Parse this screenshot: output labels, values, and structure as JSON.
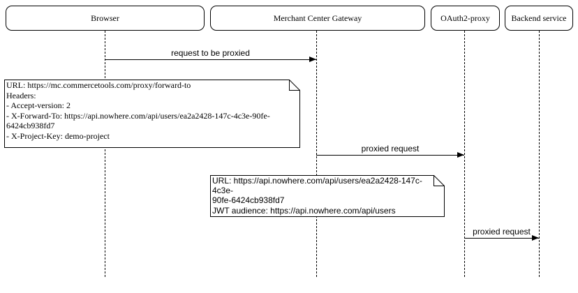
{
  "diagram": {
    "type": "sequence-diagram"
  },
  "participants": [
    {
      "label": "Browser"
    },
    {
      "label": "Merchant Center Gateway"
    },
    {
      "label": "OAuth2-proxy"
    },
    {
      "label": "Backend service"
    }
  ],
  "messages": [
    {
      "label": "request to be proxied",
      "from": "Browser",
      "to": "Merchant Center Gateway"
    },
    {
      "label": "proxied request",
      "from": "Merchant Center Gateway",
      "to": "OAuth2-proxy"
    },
    {
      "label": "proxied request",
      "from": "OAuth2-proxy",
      "to": "Backend service"
    }
  ],
  "notes": [
    {
      "text": "URL: https://mc.commercetools.com/proxy/forward-to\nHeaders:\n- Accept-version: 2\n- X-Forward-To: https://api.nowhere.com/api/users/ea2a2428-147c-4c3e-90fe-\n6424cb938fd7\n- X-Project-Key: demo-project"
    },
    {
      "text": "URL: https://api.nowhere.com/api/users/ea2a2428-147c-4c3e-\n90fe-6424cb938fd7\nJWT audience: https://api.nowhere.com/api/users"
    }
  ],
  "colors": {
    "line": "#000000",
    "background": "#ffffff"
  }
}
